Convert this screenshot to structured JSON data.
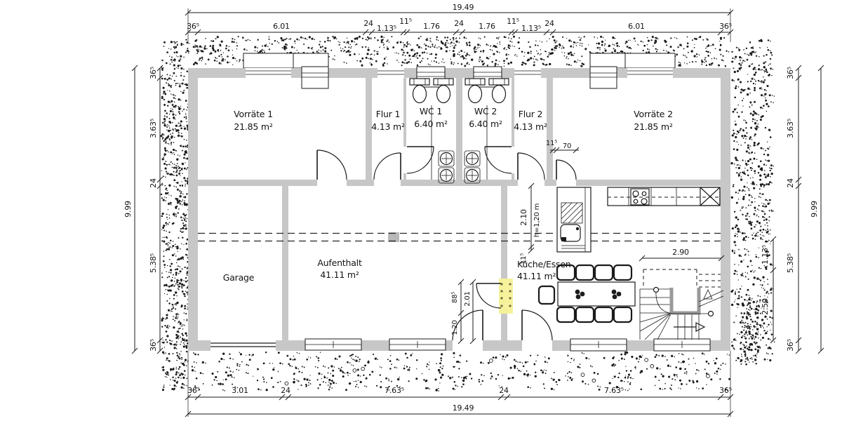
{
  "colors": {
    "wall": "#c7c7c7",
    "highlight_door": "#f6f29b",
    "line": "#1a1a1a"
  },
  "dims": {
    "total_h": "19.49",
    "total_v": "9.99",
    "top": [
      "36⁵",
      "6.01",
      "24",
      "1.13⁵",
      "11⁵",
      "1.76",
      "24",
      "1.76",
      "11⁵",
      "1.13⁵",
      "24",
      "6.01",
      "36⁵"
    ],
    "bottom": [
      "36⁵",
      "3.01",
      "24",
      "7.63⁵",
      "24",
      "7.63⁵",
      "36⁵"
    ],
    "side": [
      "36⁵",
      "3.63⁵",
      "24",
      "5.38⁵",
      "36⁵"
    ],
    "right_inner": [
      "1.13⁵",
      "2.50"
    ],
    "stair": "2.90",
    "door_h": [
      "11⁵",
      "70"
    ],
    "chimney": [
      "2.10",
      "h=1,20 m",
      "11⁵"
    ],
    "door_v": [
      "2.01",
      "88⁵",
      "1.20"
    ]
  },
  "rooms": {
    "vorrat1": {
      "name": "Vorräte 1",
      "area": "21.85 m²"
    },
    "flur1": {
      "name": "Flur 1",
      "area": "4.13 m²"
    },
    "wc1": {
      "name": "WC 1",
      "area": "6.40 m²"
    },
    "wc2": {
      "name": "WC 2",
      "area": "6.40 m²"
    },
    "flur2": {
      "name": "Flur 2",
      "area": "4.13 m²"
    },
    "vorrat2": {
      "name": "Vorräte 2",
      "area": "21.85 m²"
    },
    "garage": {
      "name": "Garage"
    },
    "aufenthalt": {
      "name": "Aufenthalt",
      "area": "41.11 m²"
    },
    "kueche": {
      "name": "Küche/Essen",
      "area": "41.11 m²"
    }
  }
}
